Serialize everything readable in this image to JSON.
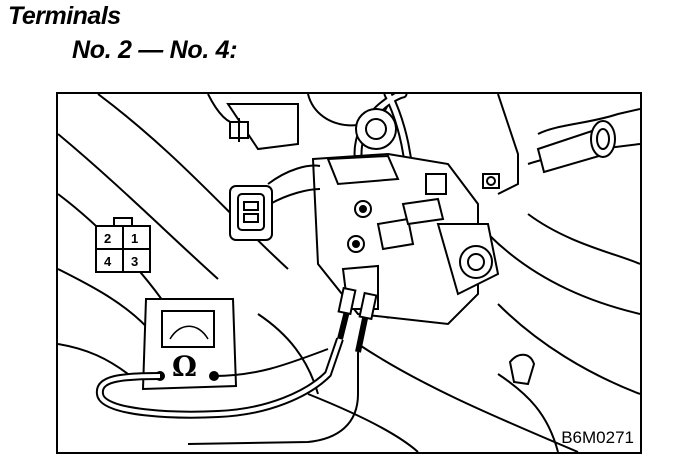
{
  "heading": {
    "title": "Terminals",
    "subtitle": "No. 2 — No. 4:"
  },
  "connector": {
    "pins": [
      "2",
      "1",
      "4",
      "3"
    ]
  },
  "meter": {
    "symbol": "Ω"
  },
  "figure_code": "B6M0271"
}
